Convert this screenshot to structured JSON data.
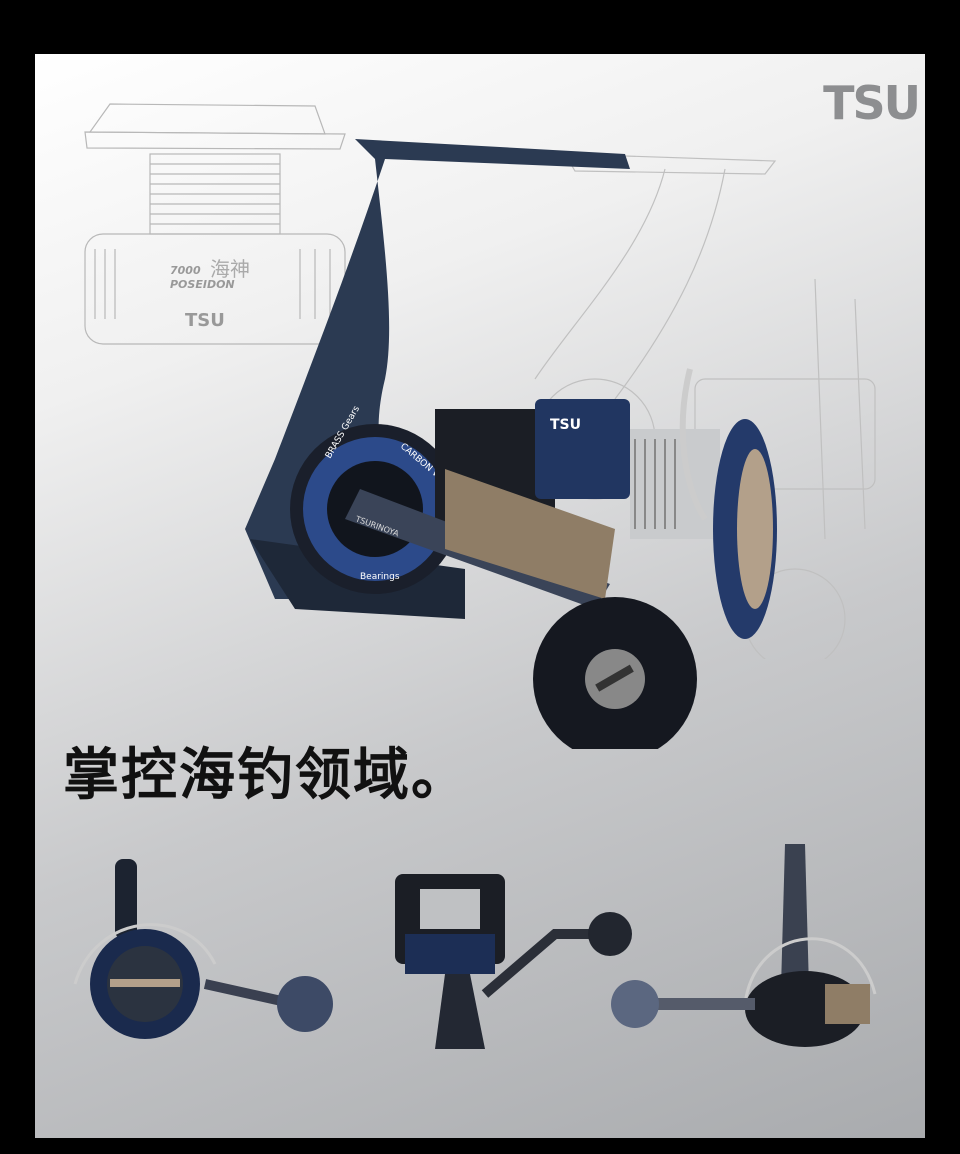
{
  "brand": {
    "logo": "TSU"
  },
  "spool_sketch": {
    "model": "7000",
    "name": "POSEIDON",
    "chinese_name": "海神",
    "logo": "TSU"
  },
  "reel_labels": {
    "gears": "BRASS Gears",
    "washers": "CARBON Washers",
    "bearings": "Bearings",
    "maker": "TSURINOYA",
    "spool_logo": "TSU"
  },
  "headline": "掌控海钓领域。",
  "colors": {
    "background": "#000000",
    "reel_body": "#2b3a52",
    "accent_blue": "#2c4a8a",
    "bronze": "#8f7d66",
    "text": "#111111"
  }
}
